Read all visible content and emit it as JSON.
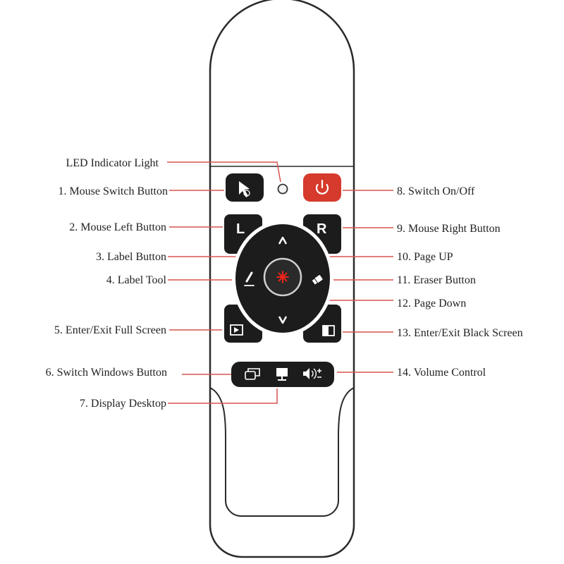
{
  "colors": {
    "outline": "#2a2a2a",
    "button": "#1c1c1c",
    "power_button": "#d63a2c",
    "leader_line": "#d9534f",
    "laser": "#e8241b",
    "glyph": "#ffffff"
  },
  "buttons": {
    "left": "L",
    "right": "R"
  },
  "labels": {
    "led": "LED Indicator Light",
    "l1": "1. Mouse Switch Button",
    "l2": "2. Mouse Left Button",
    "l3": "3. Label Button",
    "l4": "4. Label Tool",
    "l5": "5. Enter/Exit Full Screen",
    "l6": "6. Switch Windows Button",
    "l7": "7. Display Desktop",
    "r8": "8. Switch On/Off",
    "r9": "9. Mouse Right Button",
    "r10": "10. Page UP",
    "r11": "11. Eraser Button",
    "r12": "12. Page Down",
    "r13": "13. Enter/Exit Black Screen",
    "r14": "14. Volume Control"
  },
  "icons": [
    "cursor-icon",
    "led-dot-icon",
    "power-icon",
    "up-arrow-icon",
    "down-arrow-icon",
    "pen-icon",
    "eraser-icon",
    "laser-star-icon",
    "fullscreen-icon",
    "black-screen-icon",
    "windows-icon",
    "desktop-icon",
    "volume-icon"
  ]
}
